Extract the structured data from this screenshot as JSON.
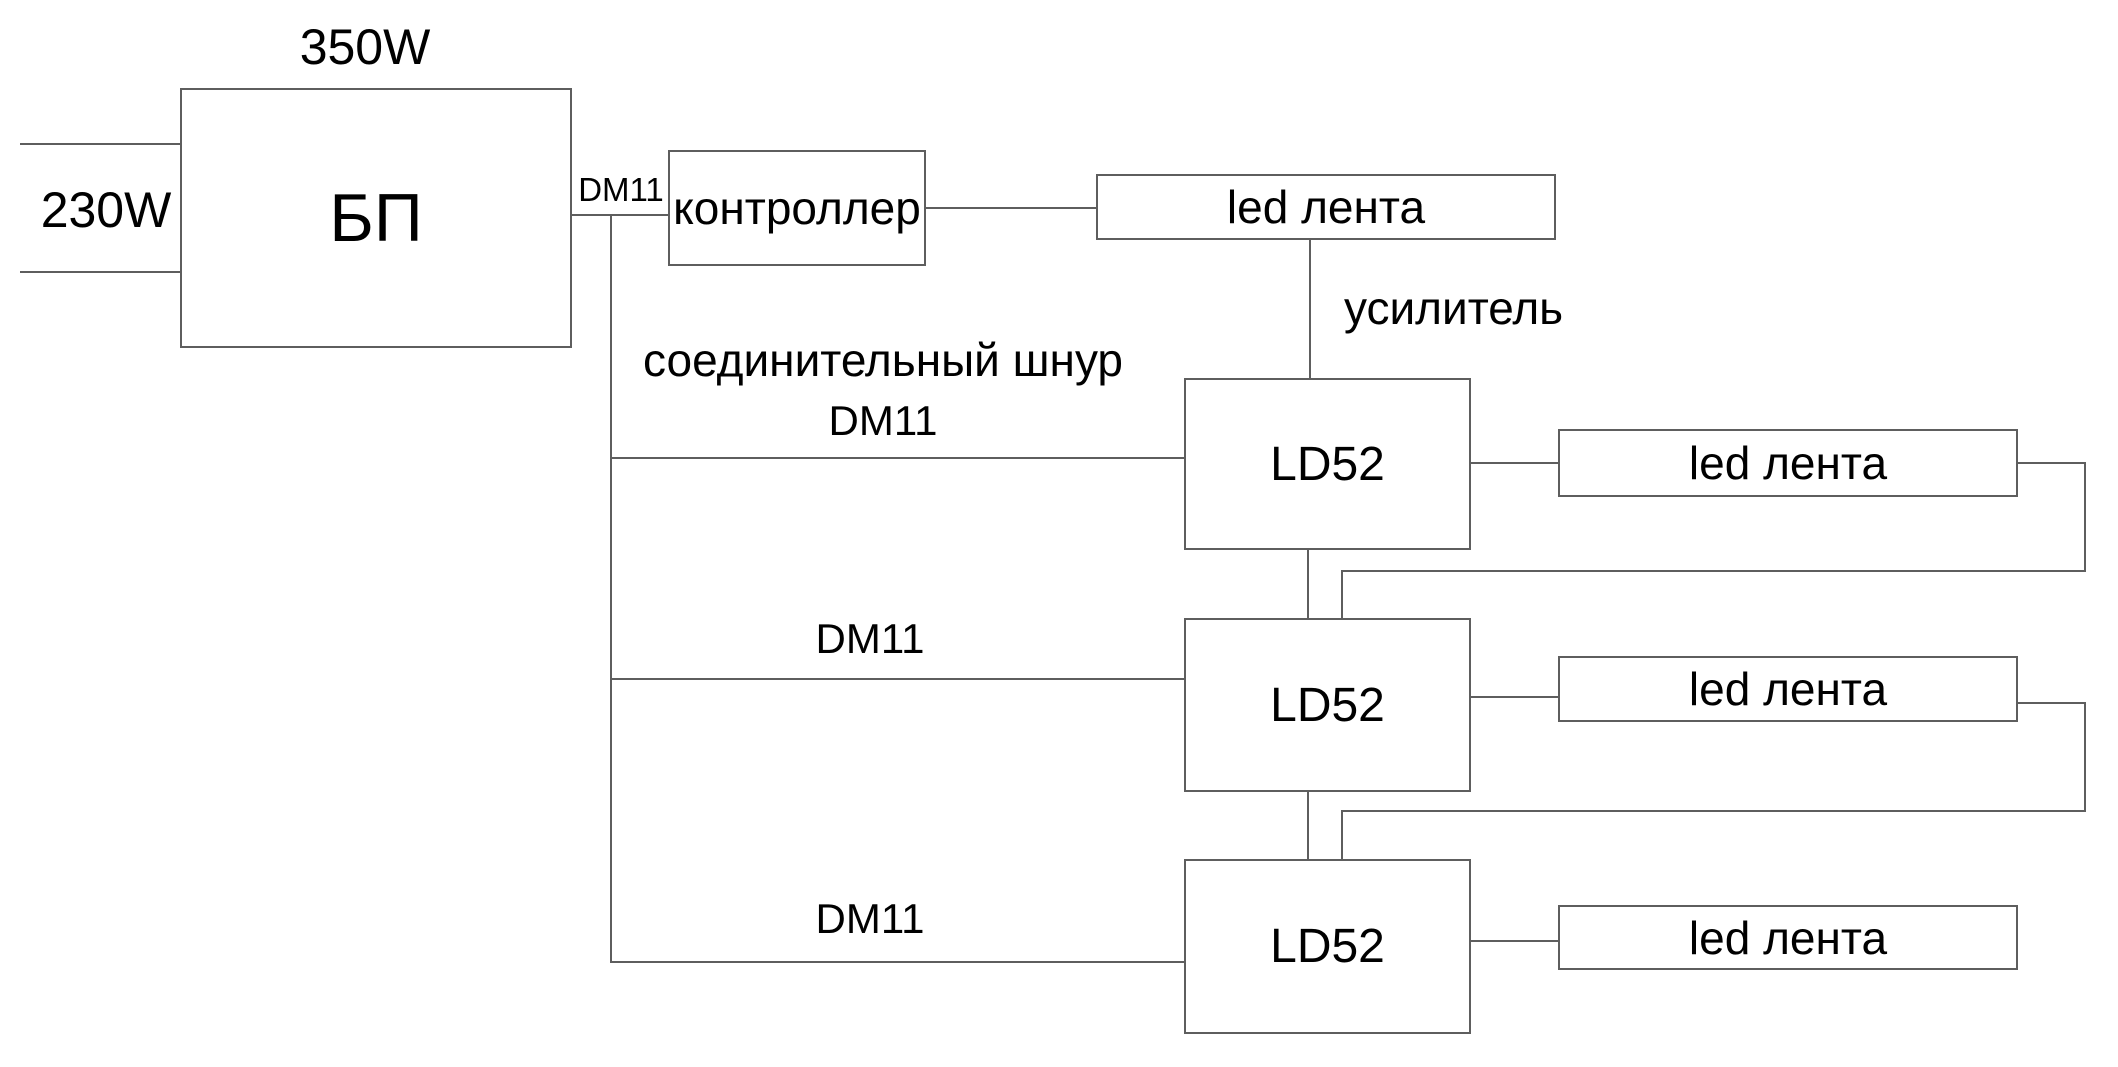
{
  "diagram": {
    "background": "#ffffff",
    "line_color": "#5e5e5e",
    "text_color": "#000000",
    "nodes": {
      "psu": {
        "label": "БП"
      },
      "controller": {
        "label": "контроллер"
      },
      "strip_top": {
        "label": "led лента"
      },
      "amp1": {
        "label": "LD52"
      },
      "strip1": {
        "label": "led лента"
      },
      "amp2": {
        "label": "LD52"
      },
      "strip2": {
        "label": "led лента"
      },
      "amp3": {
        "label": "LD52"
      },
      "strip3": {
        "label": "led лента"
      }
    },
    "annotations": {
      "psu_rating": "350W",
      "mains": "230W",
      "psu_port": "DM11",
      "cord_title": "соединительный шнур",
      "cord_model": "DM11",
      "cord2_model": "DM11",
      "cord3_model": "DM11",
      "amplifier": "усилитель"
    }
  }
}
